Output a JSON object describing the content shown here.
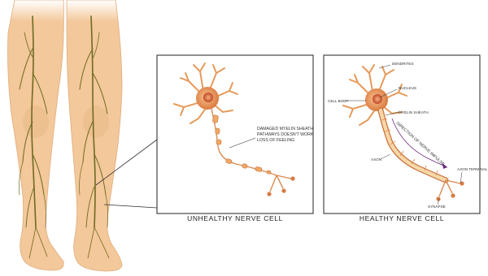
{
  "colors": {
    "skin": "#f3c89a",
    "skin_shadow": "#dba673",
    "nerve": "#6f6a22",
    "neuron": "#f0a866",
    "neuron_dark": "#c45a2a",
    "axon_core": "#f6d8a8",
    "panel_border": "#222222",
    "impulse_arrow": "#6b2a7a"
  },
  "unhealthy_panel": {
    "title": "UNHEALTHY NERVE CELL",
    "annotation_lines": [
      "DAMAGED MYELIN SHEATH",
      "PATHWAYS DOESN'T WORK",
      "LOSS OF FEELING"
    ]
  },
  "healthy_panel": {
    "title": "HEALTHY NERVE CELL",
    "labels": {
      "dendrites": "DENDRITES",
      "nucleus": "NUCLEUS",
      "cell_body": "CELL BODY",
      "myelin_sheath": "MYELIN SHEATH",
      "axon": "AXON",
      "axon_terminal": "AXON TERMINAL",
      "synapse": "SYNAPSE",
      "impulse": "DIRECTION OF NERVE IMPULSE"
    }
  }
}
